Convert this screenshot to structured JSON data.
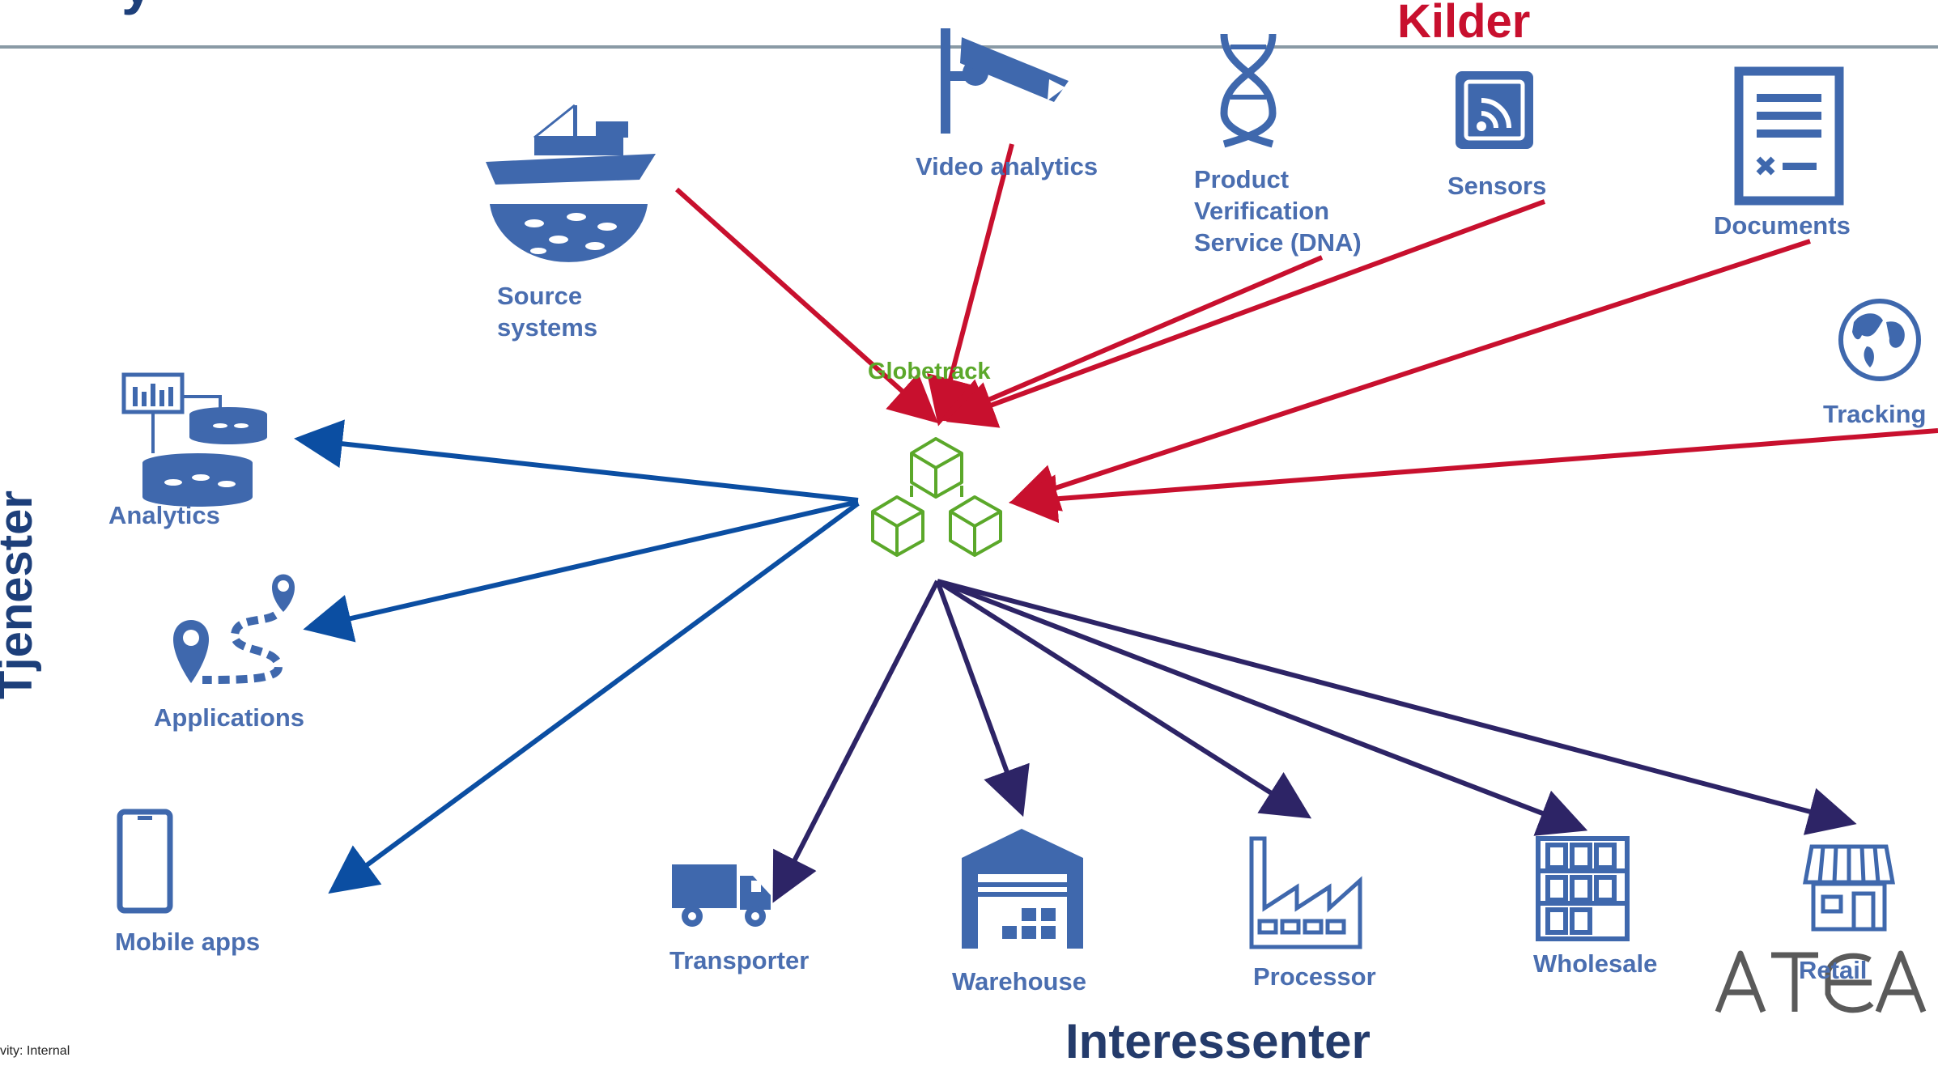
{
  "headers": {
    "kilder": "Kilder",
    "tjenester": "Tjenester",
    "interessenter": "Interessenter"
  },
  "hub": {
    "label": "Globetrack",
    "icon": "blocks-icon"
  },
  "sources": [
    {
      "id": "source-systems",
      "label": "Source\nsystems",
      "icon": "fishing-boat-icon"
    },
    {
      "id": "video-analytics",
      "label": "Video analytics",
      "icon": "security-camera-icon"
    },
    {
      "id": "product-verification",
      "label": "Product\nVerification\nService (DNA)",
      "icon": "dna-icon"
    },
    {
      "id": "sensors",
      "label": "Sensors",
      "icon": "sensor-icon"
    },
    {
      "id": "documents",
      "label": "Documents",
      "icon": "document-icon"
    },
    {
      "id": "tracking",
      "label": "Tracking",
      "icon": "globe-icon"
    }
  ],
  "services": [
    {
      "id": "analytics",
      "label": "Analytics",
      "icon": "fish-tanks-analytics-icon"
    },
    {
      "id": "applications",
      "label": "Applications",
      "icon": "route-pins-icon"
    },
    {
      "id": "mobile-apps",
      "label": "Mobile apps",
      "icon": "mobile-phone-icon"
    }
  ],
  "stakeholders": [
    {
      "id": "transporter",
      "label": "Transporter",
      "icon": "truck-icon"
    },
    {
      "id": "warehouse",
      "label": "Warehouse",
      "icon": "warehouse-icon"
    },
    {
      "id": "processor",
      "label": "Processor",
      "icon": "factory-icon"
    },
    {
      "id": "wholesale",
      "label": "Wholesale",
      "icon": "shelves-icon"
    },
    {
      "id": "retail",
      "label": "Retail",
      "icon": "store-icon"
    }
  ],
  "logo": {
    "text": "ATEA"
  },
  "classification": "vity: Internal",
  "colors": {
    "sources_arrow": "#c8102e",
    "services_arrow": "#0b4ea2",
    "stakeholders_arrow": "#2d2466",
    "icon_blue": "#3f68ad",
    "hub_green": "#5ba82a",
    "label_blue": "#4a6eb0",
    "kilder_red": "#c8102e",
    "tjenester_blue": "#1d3f7a",
    "interessenter_navy": "#243b6b"
  }
}
